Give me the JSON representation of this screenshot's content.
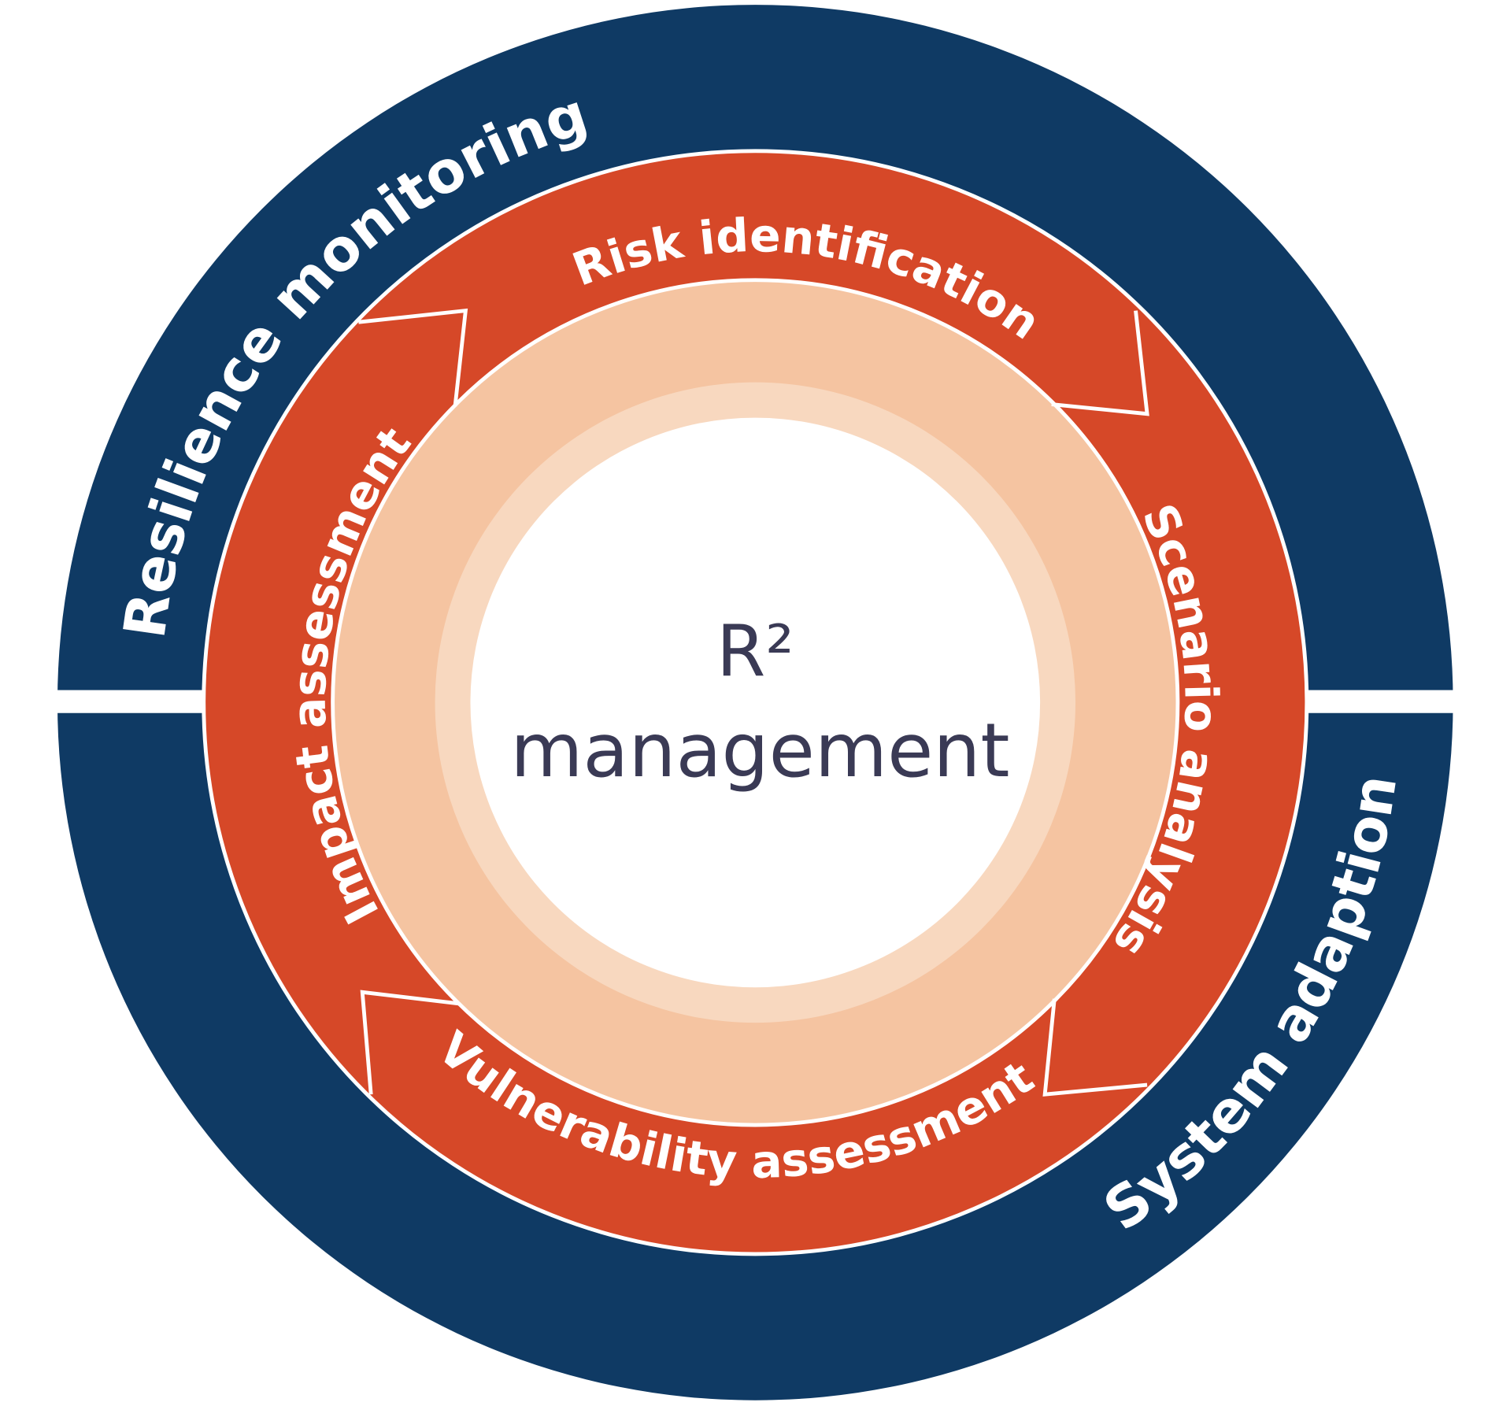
{
  "outer_ring": {
    "top_label": "Resilience monitoring",
    "bottom_label": "System adaption"
  },
  "cycle": {
    "steps": [
      {
        "label": "Risk identification"
      },
      {
        "label": "Scenario analysis"
      },
      {
        "label": "Vulnerability assessment"
      },
      {
        "label": "Impact assessment"
      }
    ]
  },
  "center": {
    "line1": "R²",
    "line2": "management"
  },
  "colors": {
    "navy": "#0f3a64",
    "red": "#d64828",
    "peach": "#f5c4a1",
    "peach_light": "#f8d8bf",
    "center_text": "#3a3a55"
  }
}
